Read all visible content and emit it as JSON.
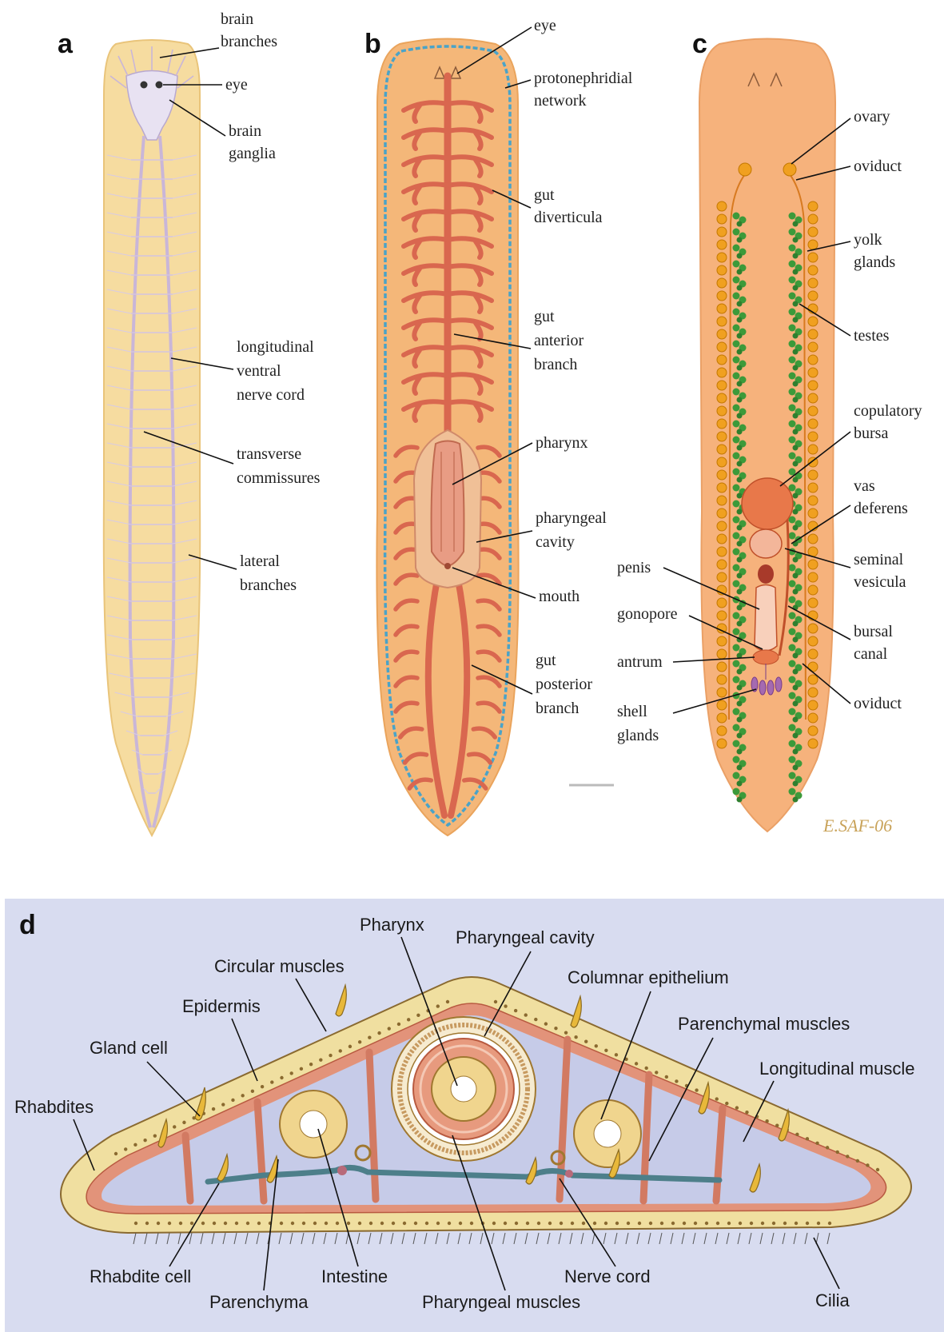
{
  "panels": {
    "a": {
      "letter": "a",
      "labels": [
        {
          "id": "brain-branches",
          "lines": [
            "brain",
            "branches"
          ]
        },
        {
          "id": "eye",
          "lines": [
            "eye"
          ]
        },
        {
          "id": "brain-ganglia",
          "lines": [
            "brain",
            "ganglia"
          ]
        },
        {
          "id": "longitudinal-ventral-nerve-cord",
          "lines": [
            "longitudinal",
            "ventral",
            "nerve cord"
          ]
        },
        {
          "id": "transverse-commissures",
          "lines": [
            "transverse",
            "commissures"
          ]
        },
        {
          "id": "lateral-branches",
          "lines": [
            "lateral",
            "branches"
          ]
        }
      ]
    },
    "b": {
      "letter": "b",
      "labels": [
        {
          "id": "eye",
          "lines": [
            "eye"
          ]
        },
        {
          "id": "protonephridial-network",
          "lines": [
            "protonephridial",
            "network"
          ]
        },
        {
          "id": "gut-diverticula",
          "lines": [
            "gut",
            "diverticula"
          ]
        },
        {
          "id": "gut-anterior-branch",
          "lines": [
            "gut",
            "anterior",
            "branch"
          ]
        },
        {
          "id": "pharynx",
          "lines": [
            "pharynx"
          ]
        },
        {
          "id": "pharyngeal-cavity",
          "lines": [
            "pharyngeal",
            "cavity"
          ]
        },
        {
          "id": "mouth",
          "lines": [
            "mouth"
          ]
        },
        {
          "id": "gut-posterior-branch",
          "lines": [
            "gut",
            "posterior",
            "branch"
          ]
        }
      ]
    },
    "c": {
      "letter": "c",
      "signature": "E.SAF-06",
      "labels": [
        {
          "id": "ovary",
          "lines": [
            "ovary"
          ]
        },
        {
          "id": "oviduct-upper",
          "lines": [
            "oviduct"
          ]
        },
        {
          "id": "yolk-glands",
          "lines": [
            "yolk",
            "glands"
          ]
        },
        {
          "id": "testes",
          "lines": [
            "testes"
          ]
        },
        {
          "id": "copulatory-bursa",
          "lines": [
            "copulatory",
            "bursa"
          ]
        },
        {
          "id": "vas-deferens",
          "lines": [
            "vas",
            "deferens"
          ]
        },
        {
          "id": "seminal-vesicula",
          "lines": [
            "seminal",
            "vesicula"
          ]
        },
        {
          "id": "bursal-canal",
          "lines": [
            "bursal",
            "canal"
          ]
        },
        {
          "id": "oviduct-lower",
          "lines": [
            "oviduct"
          ]
        },
        {
          "id": "penis",
          "lines": [
            "penis"
          ]
        },
        {
          "id": "gonopore",
          "lines": [
            "gonopore"
          ]
        },
        {
          "id": "antrum",
          "lines": [
            "antrum"
          ]
        },
        {
          "id": "shell-glands",
          "lines": [
            "shell",
            "glands"
          ]
        }
      ]
    },
    "d": {
      "letter": "d",
      "labels": [
        {
          "id": "pharynx",
          "lines": [
            "Pharynx"
          ]
        },
        {
          "id": "pharyngeal-cavity",
          "lines": [
            "Pharyngeal cavity"
          ]
        },
        {
          "id": "circular-muscles",
          "lines": [
            "Circular muscles"
          ]
        },
        {
          "id": "columnar-epithelium",
          "lines": [
            "Columnar epithelium"
          ]
        },
        {
          "id": "epidermis",
          "lines": [
            "Epidermis"
          ]
        },
        {
          "id": "parenchymal-muscles",
          "lines": [
            "Parenchymal muscles"
          ]
        },
        {
          "id": "gland-cell",
          "lines": [
            "Gland cell"
          ]
        },
        {
          "id": "longitudinal-muscle",
          "lines": [
            "Longitudinal muscle"
          ]
        },
        {
          "id": "rhabdites",
          "lines": [
            "Rhabdites"
          ]
        },
        {
          "id": "rhabdite-cell",
          "lines": [
            "Rhabdite cell"
          ]
        },
        {
          "id": "intestine",
          "lines": [
            "Intestine"
          ]
        },
        {
          "id": "nerve-cord",
          "lines": [
            "Nerve cord"
          ]
        },
        {
          "id": "cilia",
          "lines": [
            "Cilia"
          ]
        },
        {
          "id": "parenchyma",
          "lines": [
            "Parenchyma"
          ]
        },
        {
          "id": "pharyngeal-muscles",
          "lines": [
            "Pharyngeal muscles"
          ]
        }
      ]
    }
  },
  "colors": {
    "body_a": "#f6dca0",
    "nerve": "#c9b6d8",
    "body_b": "#f4b779",
    "gut": "#d9674f",
    "proto": "#4aa3c8",
    "body_c": "#f6b27c",
    "yolk": "#f0a020",
    "testes": "#3c9a3a",
    "repro": "#e8784a",
    "bg_d": "#d8dcf0",
    "cross_inner": "#c6cbe8",
    "epi": "#f0dfa0",
    "muscle": "#d8705a"
  }
}
